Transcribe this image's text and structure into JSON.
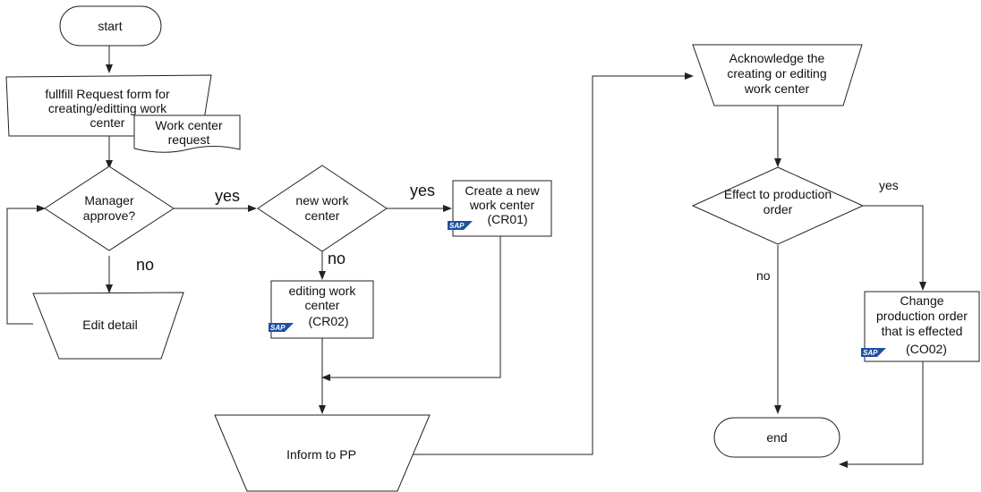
{
  "nodes": {
    "start": "start",
    "request_form": [
      "fullfill Request form for",
      "creating/editting work",
      "center"
    ],
    "request_doc": [
      "Work center",
      "request"
    ],
    "manager_approve": [
      "Manager",
      "approve?"
    ],
    "edit_detail": "Edit detail",
    "new_wc": [
      "new work",
      "center"
    ],
    "create_wc": [
      "Create a new",
      "work center",
      "(CR01)"
    ],
    "editing_wc": [
      "editing work",
      "center",
      "(CR02)"
    ],
    "inform_pp": "Inform to PP",
    "acknowledge": [
      "Acknowledge the",
      "creating or editing",
      "work center"
    ],
    "effect_po": [
      "Effect to production",
      "order"
    ],
    "change_po": [
      "Change",
      "production order",
      "that is effected",
      "(CO02)"
    ],
    "end": "end"
  },
  "edges": {
    "yes_approve": "yes",
    "no_approve": "no",
    "yes_new": "yes",
    "no_new": "no",
    "yes_effect": "yes",
    "no_effect": "no"
  },
  "sap_badge": "SAP"
}
